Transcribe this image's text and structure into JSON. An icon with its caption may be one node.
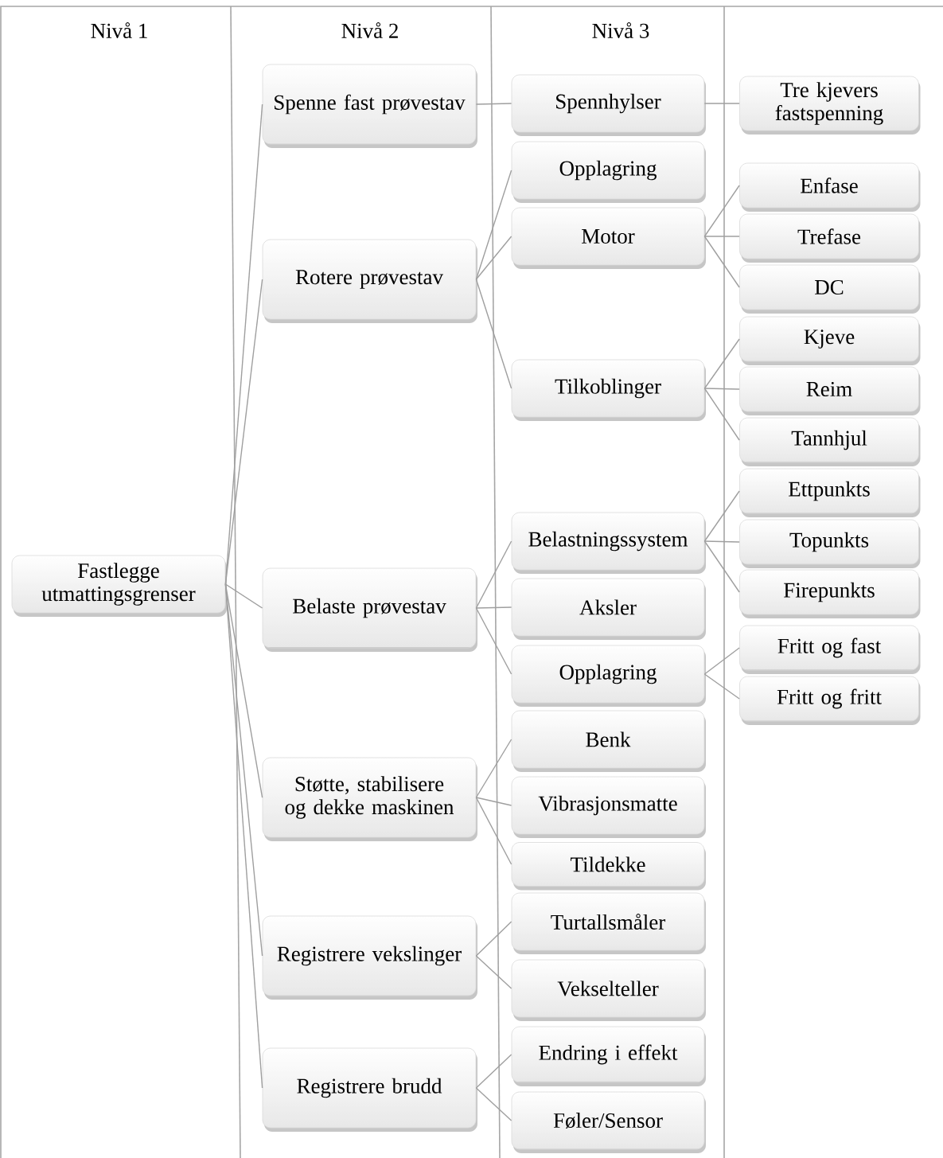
{
  "diagram": {
    "nodes": [
      {
        "text": [
          "Fastlegge utmattingsgrenser"
        ]
      },
      {
        "text": [
          "Spenne fast prøvestav"
        ]
      },
      {
        "text": [
          "Rotere prøvestav"
        ]
      },
      {
        "text": [
          "Belaste prøvestav"
        ]
      },
      {
        "text": [
          "Støtte, stabilisere og dekke maskinen"
        ]
      },
      {
        "text": [
          "Registrere vekslinger"
        ]
      },
      {
        "text": [
          "Registrere brudd"
        ]
      },
      {
        "text": [
          "Spennhylser"
        ]
      },
      {
        "text": [
          "Opplagring"
        ]
      },
      {
        "text": [
          "Motor"
        ]
      },
      {
        "text": [
          "Tilkoblinger"
        ]
      },
      {
        "text": [
          "Belastningssystem"
        ]
      },
      {
        "text": [
          "Aksler"
        ]
      },
      {
        "text": [
          "Opplagring"
        ]
      },
      {
        "text": [
          "Benk"
        ]
      },
      {
        "text": [
          "Vibrasjonsmatte"
        ]
      },
      {
        "text": [
          "Tildekke"
        ]
      },
      {
        "text": [
          "Turtallsmåler"
        ]
      },
      {
        "text": [
          "Vekselteller"
        ]
      },
      {
        "text": [
          "Endring i effekt"
        ]
      },
      {
        "text": [
          "Føler/Sensor"
        ]
      },
      {
        "text": [
          "Tre kjevers fastspenning"
        ]
      },
      {
        "text": [
          "Enfase"
        ]
      },
      {
        "text": [
          "Trefase"
        ]
      },
      {
        "text": [
          "DC"
        ]
      },
      {
        "text": [
          "Kjeve"
        ]
      },
      {
        "text": [
          "Reim"
        ]
      },
      {
        "text": [
          "Tannhjul"
        ]
      },
      {
        "text": [
          "Ettpunkts"
        ]
      },
      {
        "text": [
          "Topunkts"
        ]
      },
      {
        "text": [
          "Firepunkts"
        ]
      },
      {
        "text": [
          "Fritt og fast"
        ]
      },
      {
        "text": [
          "Fritt og fritt"
        ]
      }
    ],
    "edges": [
      {
        "from": 0,
        "to": 1,
        "arrow": "none"
      },
      {
        "from": 0,
        "to": 2,
        "arrow": "none"
      },
      {
        "from": 0,
        "to": 3,
        "arrow": "none"
      },
      {
        "from": 0,
        "to": 4,
        "arrow": "none"
      },
      {
        "from": 0,
        "to": 5,
        "arrow": "none"
      },
      {
        "from": 0,
        "to": 6,
        "arrow": "none"
      },
      {
        "from": 1,
        "to": 7,
        "arrow": "none"
      },
      {
        "from": 7,
        "to": 21,
        "arrow": "none"
      },
      {
        "from": 2,
        "to": 8,
        "arrow": "none"
      },
      {
        "from": 2,
        "to": 9,
        "arrow": "none"
      },
      {
        "from": 2,
        "to": 10,
        "arrow": "none"
      },
      {
        "from": 9,
        "to": 22,
        "arrow": "none"
      },
      {
        "from": 9,
        "to": 23,
        "arrow": "none"
      },
      {
        "from": 9,
        "to": 24,
        "arrow": "none"
      },
      {
        "from": 10,
        "to": 25,
        "arrow": "none"
      },
      {
        "from": 10,
        "to": 26,
        "arrow": "none"
      },
      {
        "from": 10,
        "to": 27,
        "arrow": "none"
      },
      {
        "from": 3,
        "to": 11,
        "arrow": "none"
      },
      {
        "from": 3,
        "to": 12,
        "arrow": "none"
      },
      {
        "from": 3,
        "to": 13,
        "arrow": "none"
      },
      {
        "from": 11,
        "to": 28,
        "arrow": "none"
      },
      {
        "from": 11,
        "to": 29,
        "arrow": "none"
      },
      {
        "from": 11,
        "to": 30,
        "arrow": "none"
      },
      {
        "from": 13,
        "to": 31,
        "arrow": "none"
      },
      {
        "from": 13,
        "to": 32,
        "arrow": "none"
      },
      {
        "from": 4,
        "to": 14,
        "arrow": "none"
      },
      {
        "from": 4,
        "to": 15,
        "arrow": "none"
      },
      {
        "from": 4,
        "to": 16,
        "arrow": "none"
      },
      {
        "from": 5,
        "to": 17,
        "arrow": "none"
      },
      {
        "from": 5,
        "to": 18,
        "arrow": "none"
      },
      {
        "from": 6,
        "to": 19,
        "arrow": "none"
      },
      {
        "from": 6,
        "to": 20,
        "arrow": "none"
      }
    ],
    "labels": [
      "Nivå 1",
      "Nivå 2",
      "Nivå 3"
    ]
  }
}
